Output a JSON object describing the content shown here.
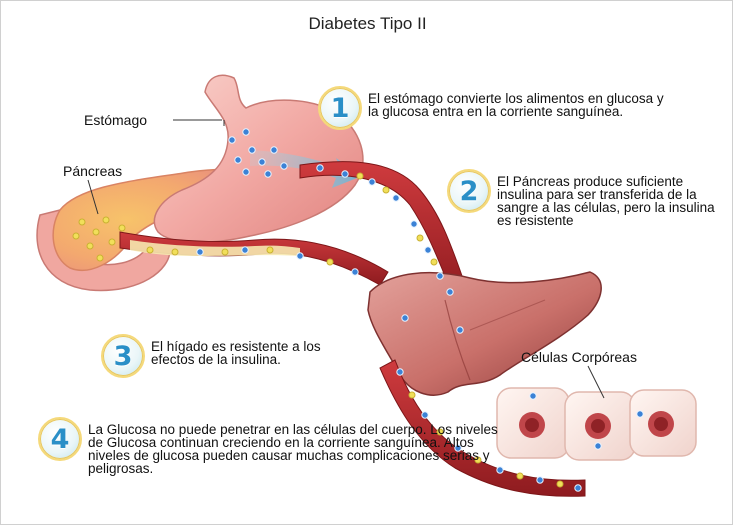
{
  "title": "Diabetes Tipo II",
  "labels": {
    "stomach": "Estómago",
    "pancreas": "Páncreas",
    "body_cells": "Células Corpóreas"
  },
  "steps": [
    {
      "number": "1",
      "text": "El estómago convierte los alimentos en glucosa y la glucosa entra en la corriente sanguínea."
    },
    {
      "number": "2",
      "text": "El Páncreas produce suficiente insulina para ser transferida de la sangre a las células, pero la insulina es resistente"
    },
    {
      "number": "3",
      "text": "El hígado es resistente a los efectos de la insulina."
    },
    {
      "number": "4",
      "text": "La Glucosa no puede penetrar en las células del cuerpo. Los niveles de Glucosa continuan creciendo en la corriente sanguínea. Altos niveles de glucosa pueden causar muchas complicaciones serias y peligrosas."
    }
  ],
  "colors": {
    "stomach": "#f2a9a4",
    "pancreas": "#f6b48c",
    "liver": "#c9706a",
    "vessel": "#b3262a",
    "glucose": "#3b82d6",
    "insulin": "#f1df5a",
    "badge_number": "#2a8fc7"
  }
}
